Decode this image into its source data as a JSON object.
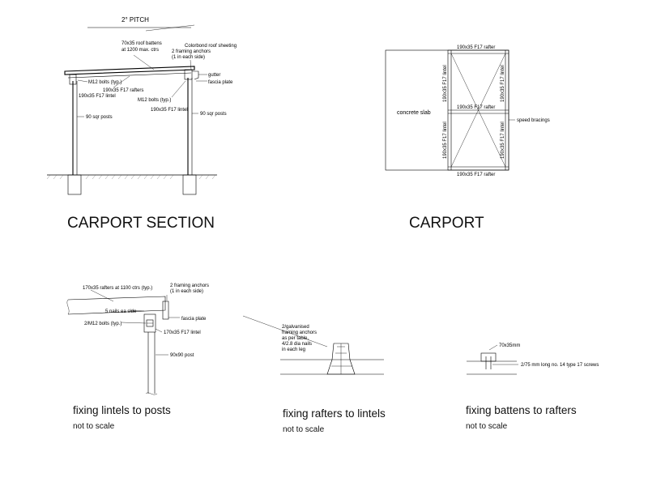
{
  "section": {
    "pitch": "2° PITCH",
    "battens": [
      "70x35 roof battens",
      "at 1200 max. ctrs"
    ],
    "sheeting": [
      "Colorbond roof sheeting",
      "2 framing anchors",
      "(1 in each side)"
    ],
    "gutter": "gutter",
    "fascia": "fascia plate",
    "bolts_left": "M12 bolts (typ.)",
    "rafters": "190x35 F17 rafters",
    "lintel_left": "190x35 F17 lintel",
    "bolts_right": "M12 bolts (typ.)",
    "lintel_right": "190x35 F17 lintel",
    "posts_left": "90 sqr posts",
    "posts_right": "90 sqr posts",
    "title": "CARPORT SECTION"
  },
  "plan": {
    "rafter_top": "190x35 F17 rafter",
    "rafter_mid": "190x35 F17 rafter",
    "rafter_bottom": "190x35 F17 rafter",
    "lintel": "190x35 F17 lintel",
    "slab": "concrete slab",
    "bracing": "speed bracings",
    "title": "CARPORT"
  },
  "detail1": {
    "rafters": "170x35 rafters at 1100 ctrs (typ.)",
    "anchors": [
      "2 framing anchors",
      "(1 in each side)"
    ],
    "nails": "5 nails ea side",
    "fascia": "fascia plate",
    "bolts": "2/M12 bolts (typ.)",
    "lintel": "170x35 F17 lintel",
    "post": "90x90 post",
    "caption": "fixing lintels to posts",
    "note": "not to scale"
  },
  "detail2": {
    "callout": [
      "2/galvanised",
      "framing anchors",
      "as per table,",
      "4/2.8 dia nails",
      "in each leg"
    ],
    "caption": "fixing rafters to lintels",
    "note": "not to scale"
  },
  "detail3": {
    "batten": "70x35mm",
    "screws": "2/75 mm long no. 14 type 17 screws",
    "caption": "fixing battens to rafters",
    "note": "not to scale"
  }
}
